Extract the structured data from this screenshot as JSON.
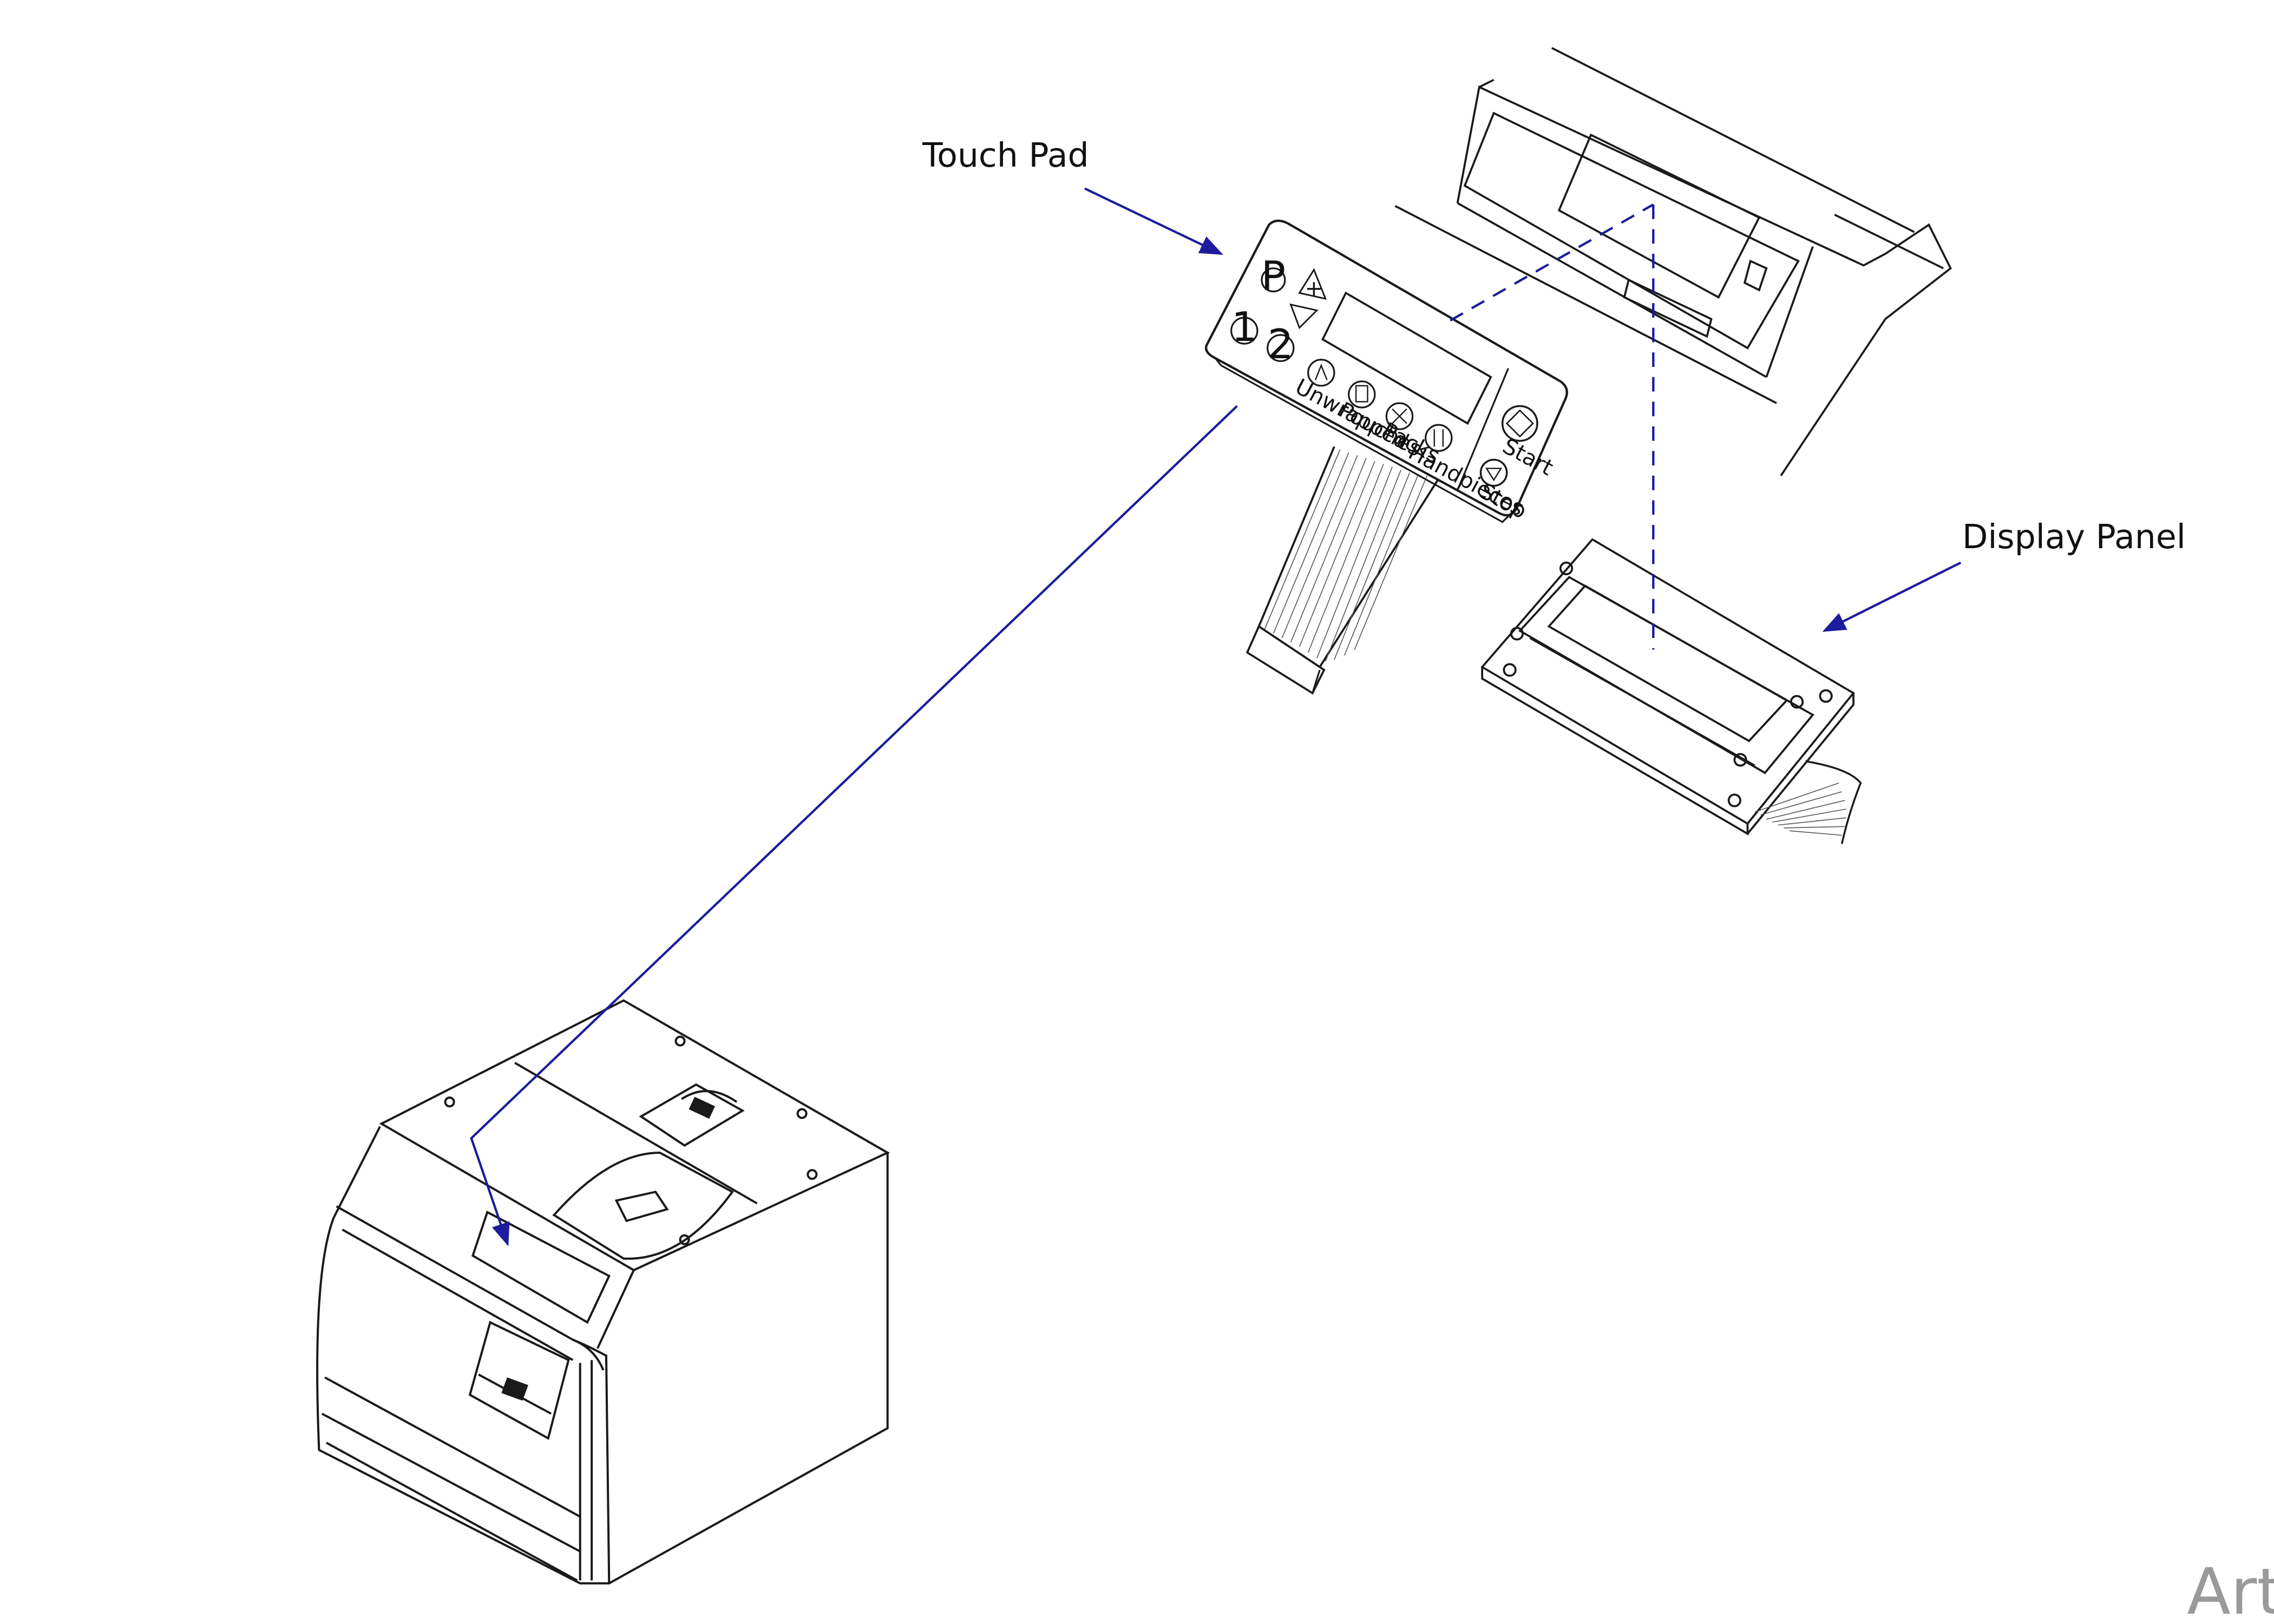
{
  "labels": {
    "touch_pad": "Touch Pad",
    "display_panel": "Display Panel"
  },
  "touch_pad_keys": {
    "p": "P",
    "plus": "+",
    "one": "1",
    "two": "2",
    "unwrapped": "Unwrapped",
    "pouches": "Pouches",
    "packs": "Packs",
    "handpieces": "Handpieces",
    "start": "Start",
    "stop": "Stop"
  },
  "watermark": "ArtFull",
  "colors": {
    "line_art": "#1a1a1a",
    "leader_arrow": "#1c1c9c",
    "background": "#ffffff"
  }
}
